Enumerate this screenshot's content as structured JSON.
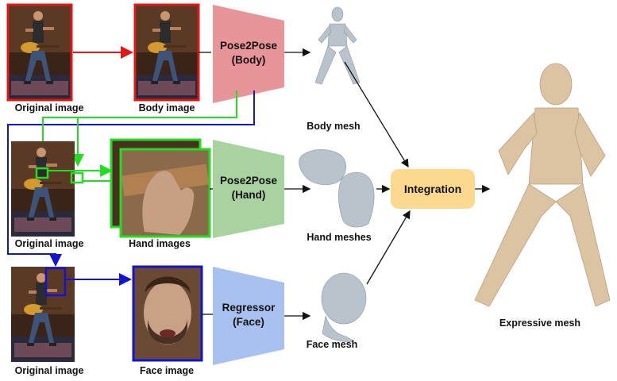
{
  "labels": {
    "original_image_1": "Original image",
    "body_image": "Body image",
    "body_mesh": "Body mesh",
    "original_image_2": "Original image",
    "hand_images": "Hand images",
    "hand_meshes": "Hand meshes",
    "original_image_3": "Original image",
    "face_image": "Face image",
    "face_mesh": "Face mesh",
    "expressive_mesh": "Expressive mesh"
  },
  "modules": {
    "body": {
      "line1": "Pose2Pose",
      "line2": "(Body)",
      "color": "#e8959a"
    },
    "hand": {
      "line1": "Pose2Pose",
      "line2": "(Hand)",
      "color": "#a8d3a0"
    },
    "face": {
      "line1": "Regressor",
      "line2": "(Face)",
      "color": "#a9c1ef"
    },
    "integration": {
      "label": "Integration",
      "color": "#fcd98f"
    }
  },
  "colors": {
    "body_path": "#e01818",
    "hand_path": "#22dd22",
    "face_path": "#1414cc",
    "mesh_gray": "#b9c3cc",
    "mesh_skin": "#dcc3a2"
  },
  "icons": {
    "photo": "guitarist-photo",
    "hand_crop": "hand-photo",
    "face_crop": "face-photo",
    "body_mesh": "body-mesh-icon",
    "hand_mesh": "hand-mesh-icon",
    "face_mesh": "face-mesh-icon",
    "expressive_mesh": "expressive-mesh-icon"
  }
}
